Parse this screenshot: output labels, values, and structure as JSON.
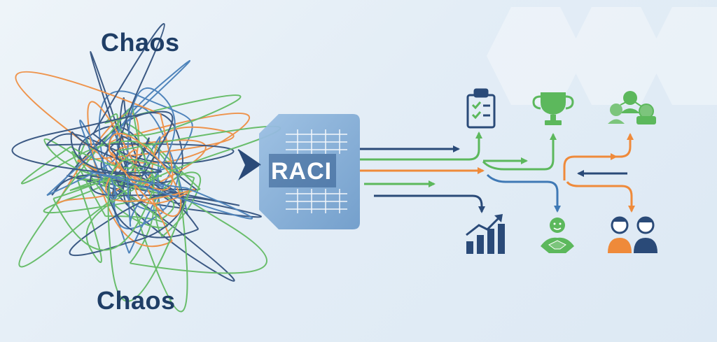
{
  "labels": {
    "chaos_top": "Chaos",
    "chaos_bottom": "Chaos",
    "raci": "RACI"
  },
  "icons": [
    "clipboard-checklist-icon",
    "trophy-icon",
    "team-network-icon",
    "growth-chart-icon",
    "handshake-icon",
    "two-people-icon"
  ],
  "colors": {
    "navy": "#2a4a78",
    "green": "#5cb85c",
    "orange": "#ef8a3a",
    "blue": "#3f79b5",
    "funnel": "#7fa8d4"
  }
}
